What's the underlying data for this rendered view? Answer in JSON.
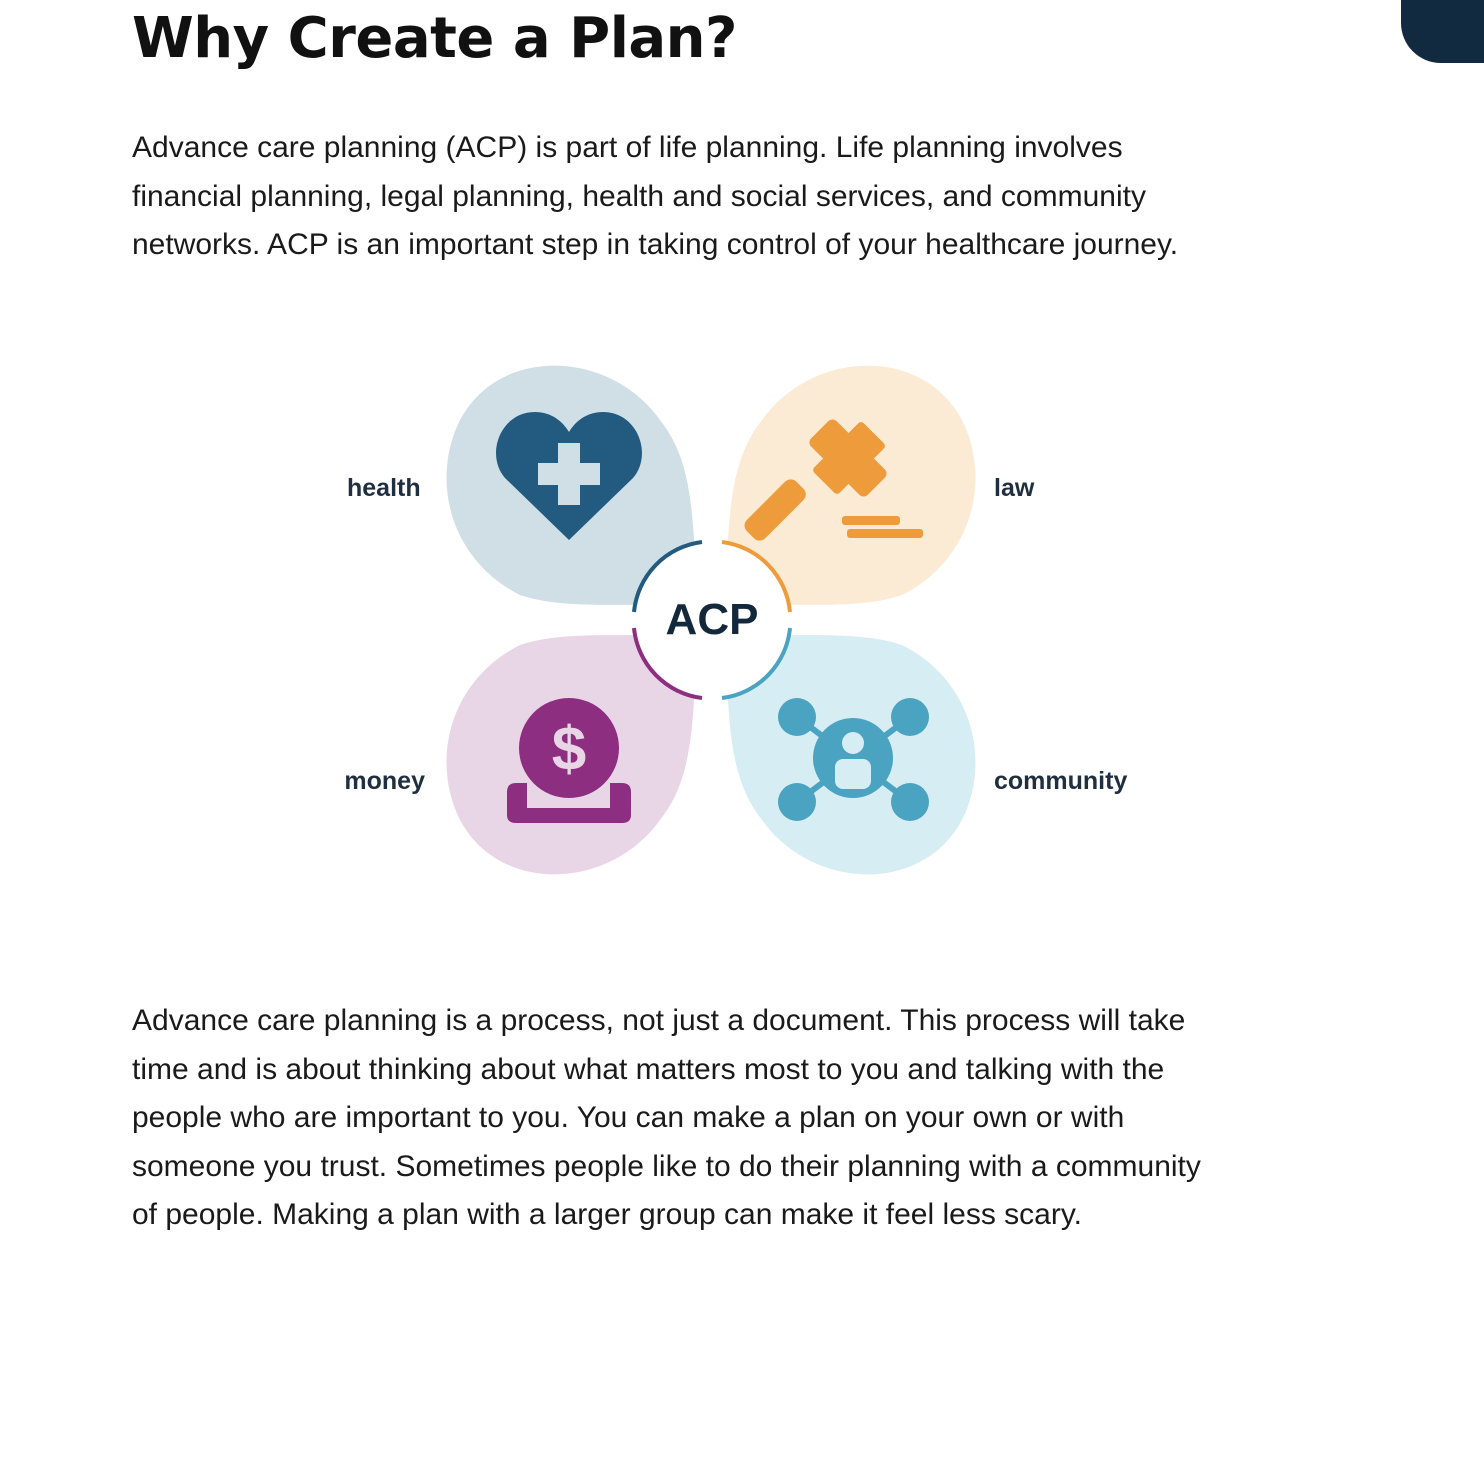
{
  "title": "Why Create a Plan?",
  "intro_lines": [
    "Advance care planning (ACP) is part of life planning. Life planning involves",
    "financial planning, legal planning, health and social services, and community",
    "networks. ACP is an important step in taking control of your healthcare journey."
  ],
  "diagram": {
    "center_label": "ACP",
    "petals": [
      {
        "label": "health",
        "icon": "heart-cross-icon",
        "color": "#235a80",
        "bg": "#d0dee6"
      },
      {
        "label": "law",
        "icon": "gavel-icon",
        "color": "#ee9c3b",
        "bg": "#fbebd5"
      },
      {
        "label": "money",
        "icon": "coin-dollar-icon",
        "color": "#8e2e80",
        "bg": "#e8d6e7"
      },
      {
        "label": "community",
        "icon": "network-person-icon",
        "color": "#4aa3c0",
        "bg": "#d7edf4"
      }
    ]
  },
  "body_lines": [
    "Advance care planning is a process, not just a document. This process will take",
    "time and is about thinking about what matters most to you and talking with the",
    "people who are important to you. You can make a plan on your own or with",
    "someone you trust. Sometimes people like to do their planning with a community",
    "of people. Making a plan with a larger group can make it feel less scary."
  ]
}
